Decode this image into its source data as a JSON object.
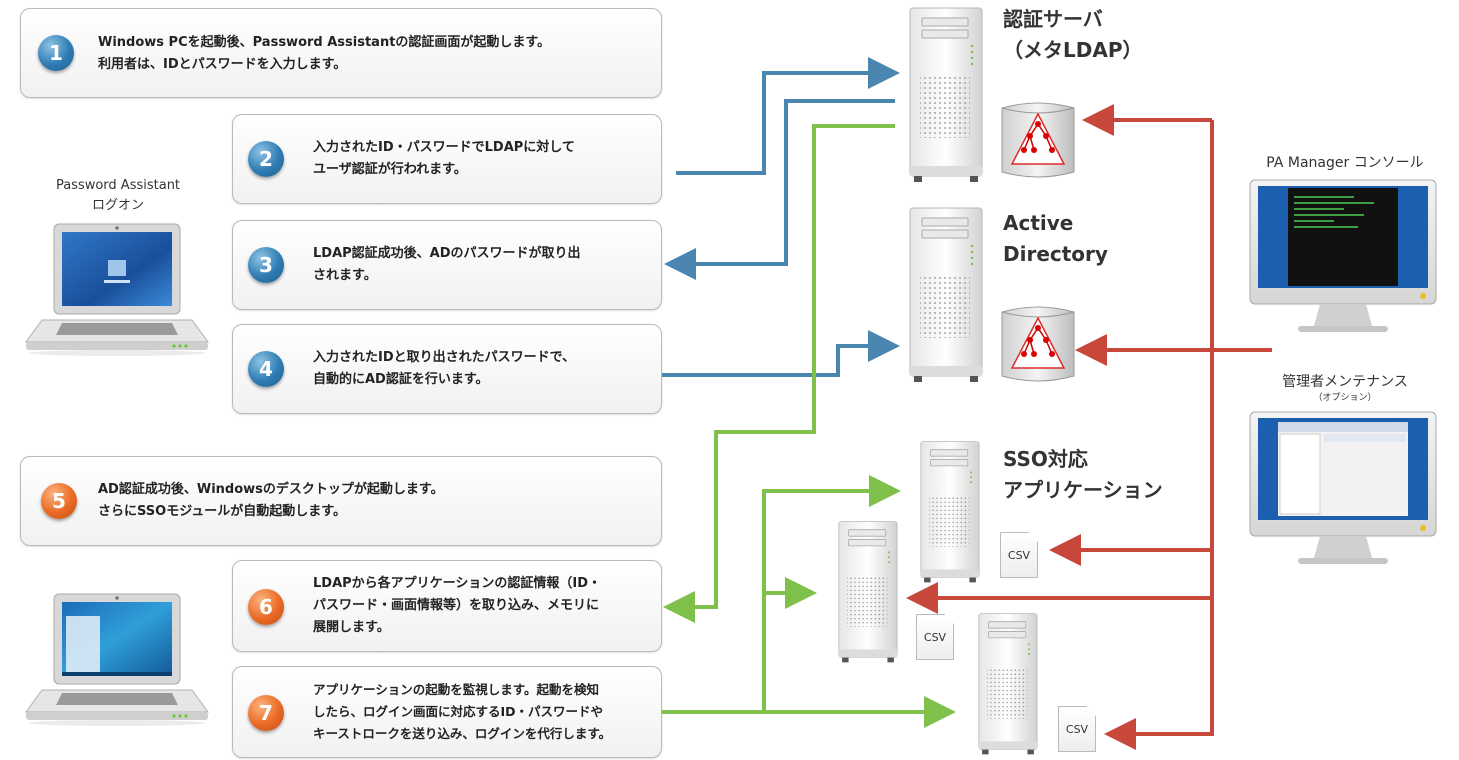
{
  "steps": [
    {
      "num": "1",
      "color": "blue",
      "lines": [
        "Windows PCを起動後、Password Assistantの認証画面が起動します。",
        "利用者は、IDとパスワードを入力します。"
      ]
    },
    {
      "num": "2",
      "color": "blue",
      "lines": [
        "入力されたID・パスワードでLDAPに対して",
        "ユーザ認証が行われます。"
      ]
    },
    {
      "num": "3",
      "color": "blue",
      "lines": [
        "LDAP認証成功後、ADのパスワードが取り出",
        "されます。"
      ]
    },
    {
      "num": "4",
      "color": "blue",
      "lines": [
        "入力されたIDと取り出されたパスワードで、",
        "自動的にAD認証を行います。"
      ]
    },
    {
      "num": "5",
      "color": "orange",
      "lines": [
        "AD認証成功後、Windowsのデスクトップが起動します。",
        "さらにSSOモジュールが自動起動します。"
      ]
    },
    {
      "num": "6",
      "color": "orange",
      "lines": [
        "LDAPから各アプリケーションの認証情報（ID・",
        "パスワード・画面情報等）を取り込み、メモリに",
        "展開します。"
      ]
    },
    {
      "num": "7",
      "color": "orange",
      "lines": [
        "アプリケーションの起動を監視します。起動を検知",
        "したら、ログイン画面に対応するID・パスワードや",
        "キーストロークを送り込み、ログインを代行します。"
      ]
    }
  ],
  "laptop_label": {
    "line1": "Password Assistant",
    "line2": "ログオン"
  },
  "servers": {
    "ldap": {
      "line1": "認証サーバ",
      "line2": "（メタLDAP）"
    },
    "ad": {
      "line1": "Active",
      "line2": "Directory"
    },
    "sso": {
      "line1": "SSO対応",
      "line2": "アプリケーション"
    }
  },
  "pa_manager_label": "PA Manager コンソール",
  "admin_label": "管理者メンテナンス",
  "admin_sub": "（オプション）",
  "csv_label": "CSV",
  "colors": {
    "blue": "#4a86b0",
    "green": "#7ec04a",
    "red": "#c8473b"
  }
}
